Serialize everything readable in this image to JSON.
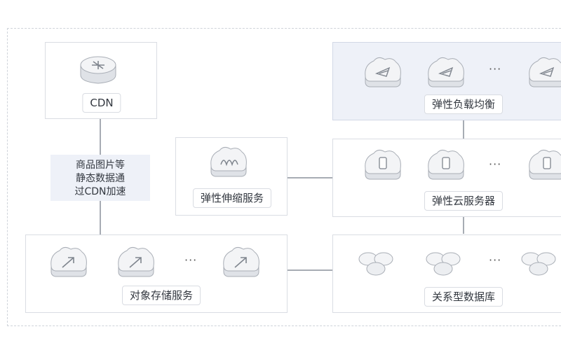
{
  "cdn": {
    "label": "CDN",
    "icon": "router-icon"
  },
  "note": {
    "lines": [
      "商品图片等",
      "静态数据通",
      "过CDN加速"
    ]
  },
  "load_balancer": {
    "label": "弹性负载均衡",
    "icon": "load-balancer-icon"
  },
  "auto_scaling": {
    "label": "弹性伸缩服务",
    "icon": "auto-scaling-icon"
  },
  "ecs": {
    "label": "弹性云服务器",
    "icon": "server-icon"
  },
  "obs": {
    "label": "对象存储服务",
    "icon": "object-storage-icon"
  },
  "rds": {
    "label": "关系型数据库",
    "icon": "database-icon"
  },
  "ellipsis": "···",
  "colors": {
    "accent_bg": "#eef1f8",
    "icon_fill": "#e9ebee",
    "line": "#a7acb4"
  }
}
